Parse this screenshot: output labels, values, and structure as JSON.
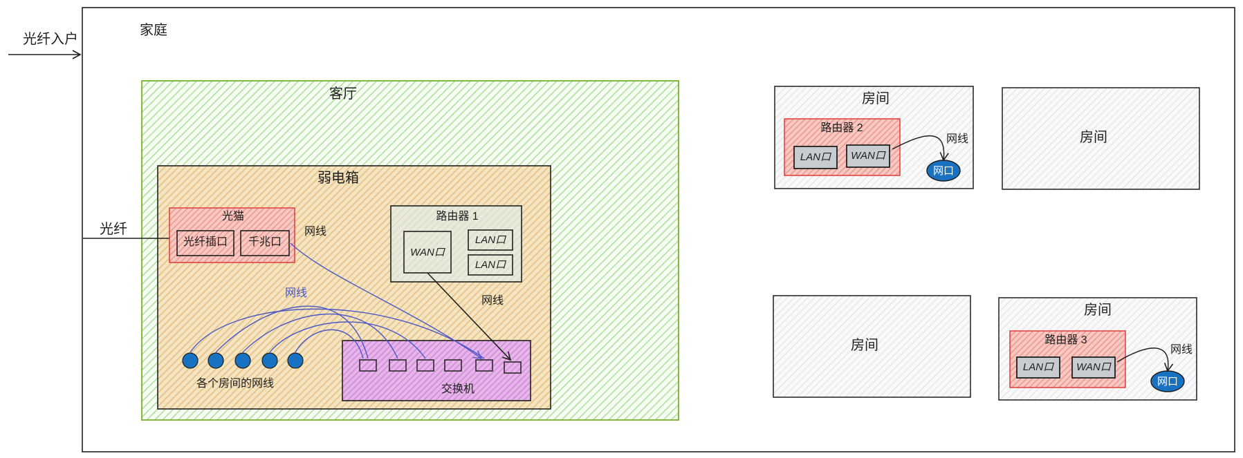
{
  "home": {
    "label": "家庭",
    "fiber_in": "光纤入户"
  },
  "living_room": {
    "label": "客厅",
    "panel": {
      "label": "弱电箱",
      "fiber_label": "光纤",
      "modem": {
        "label": "光猫",
        "fiber_port": "光纤插口",
        "gigabit_port": "千兆口",
        "cable_label": "网线"
      },
      "router1": {
        "label": "路由器 1",
        "wan": "WAN口",
        "lan1": "LAN口",
        "lan2": "LAN口"
      },
      "router_cable_label": "网线",
      "room_cable_label": "网线",
      "room_outlets_label": "各个房间的网线",
      "switch": {
        "label": "交换机"
      }
    }
  },
  "rooms": [
    {
      "label": "房间",
      "router": {
        "label": "路由器 2",
        "lan": "LAN口",
        "wan": "WAN口"
      },
      "cable_label": "网线",
      "jack": "网口"
    },
    {
      "label": "房间"
    },
    {
      "label": "房间"
    },
    {
      "label": "房间",
      "router": {
        "label": "路由器 3",
        "lan": "LAN口",
        "wan": "WAN口"
      },
      "cable_label": "网线",
      "jack": "网口"
    }
  ],
  "colors": {
    "green_fill": "#b2f2bb",
    "green_stroke": "#66a80f",
    "orange_fill": "#ffd8a8",
    "red_fill": "#ffc9c9",
    "red_stroke": "#e03131",
    "purple_fill": "#e599f7",
    "beige_fill": "#e9ecd9",
    "gray_fill": "#e9ecef",
    "blue": "#1971c2",
    "cable_blue": "#4a56c6"
  }
}
